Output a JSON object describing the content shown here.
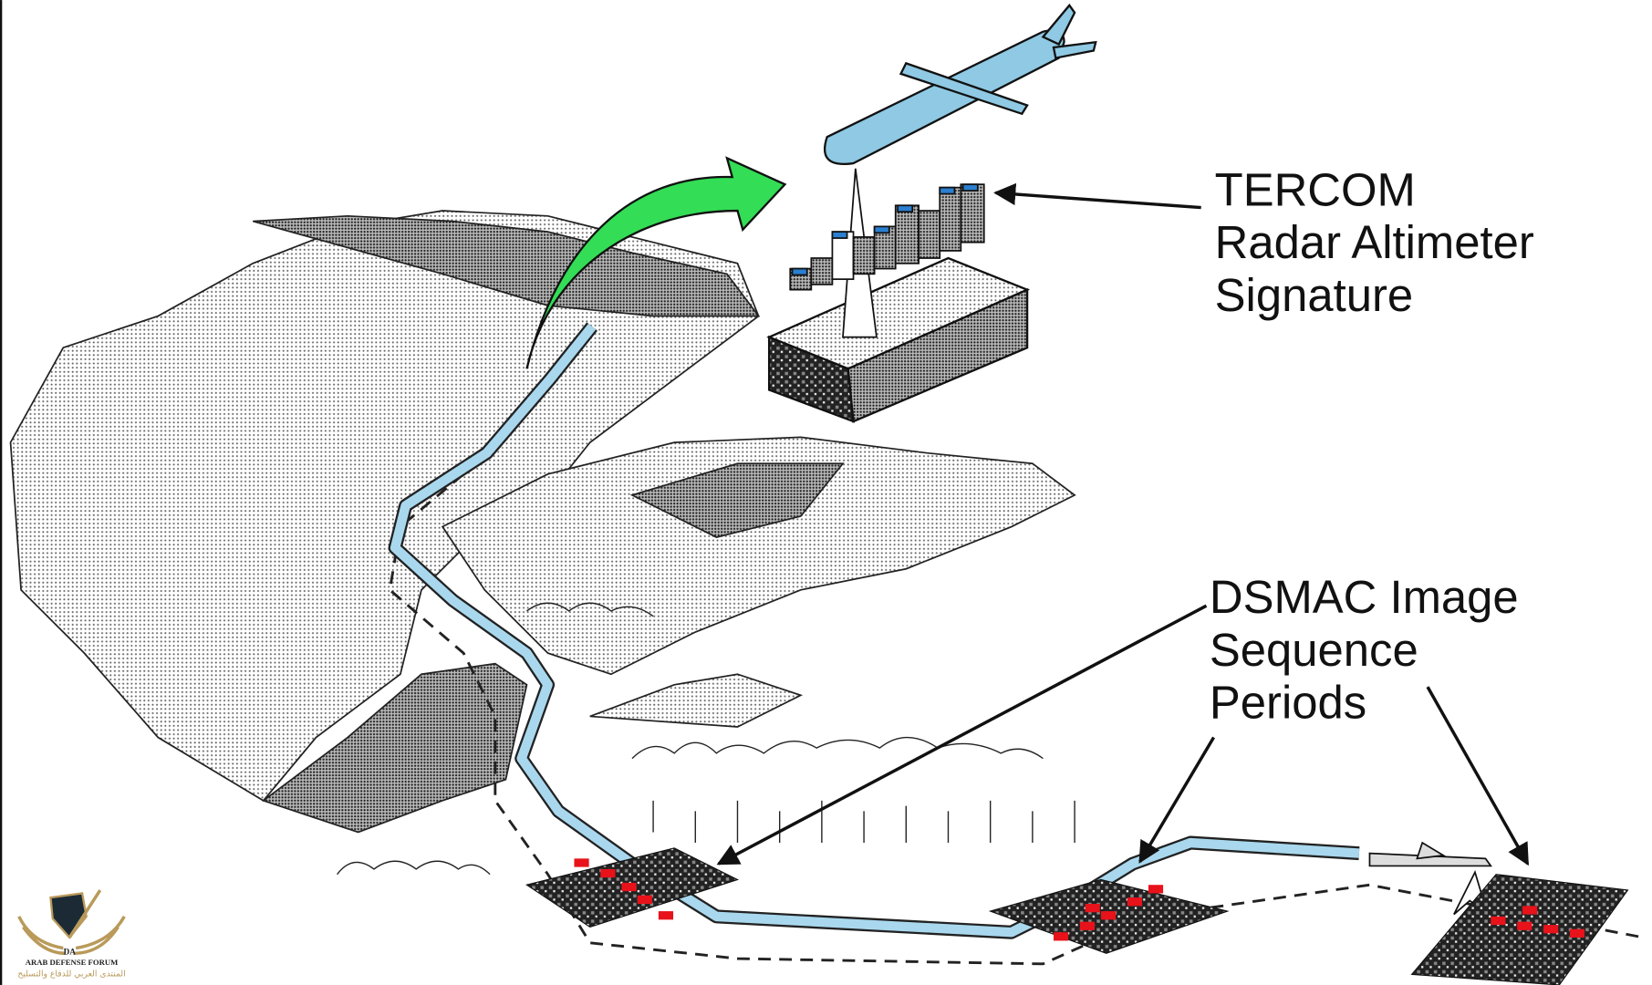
{
  "tercom_label": {
    "line1": "TERCOM",
    "line2": "Radar Altimeter",
    "line3": "Signature"
  },
  "dsmac_label": {
    "line1": "DSMAC Image",
    "line2": "Sequence",
    "line3": "Periods"
  },
  "watermark": {
    "initials": "DA",
    "name": "ARAB DEFENSE FORUM",
    "arabic": "المنتدى العربي للدفاع والتسليح"
  },
  "colors": {
    "path": "#a9d8ee",
    "arrow": "#33dd55",
    "missile": "#8fc9e3",
    "dsmac_marker": "#e8121a"
  }
}
